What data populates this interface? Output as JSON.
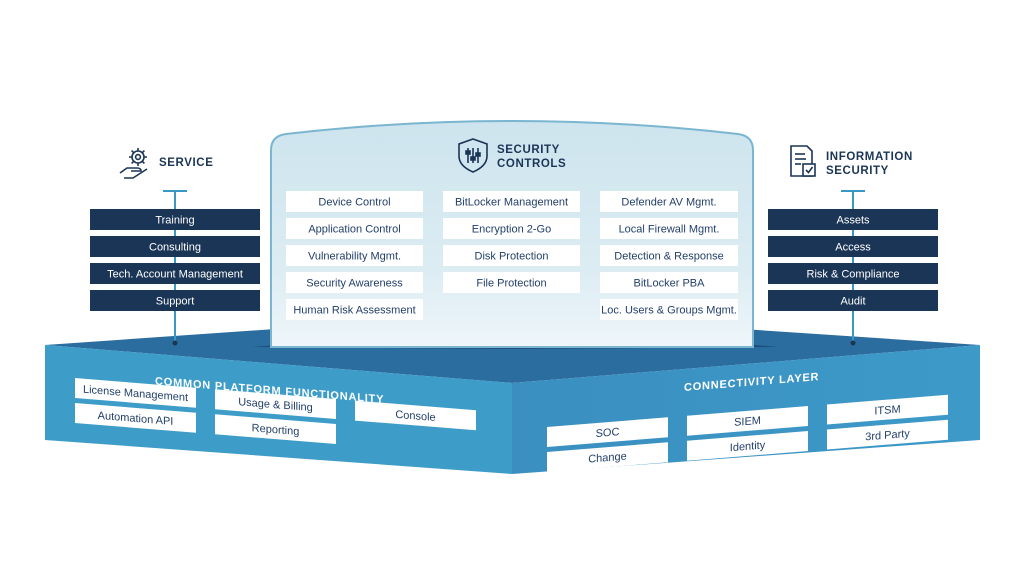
{
  "service": {
    "title": "SERVICE",
    "icon": "hand-gear-icon",
    "items": [
      "Training",
      "Consulting",
      "Tech. Account Management",
      "Support"
    ]
  },
  "security_controls": {
    "title_line1": "SECURITY",
    "title_line2": "CONTROLS",
    "icon": "shield-sliders-icon",
    "col1": [
      "Device Control",
      "Application Control",
      "Vulnerability Mgmt.",
      "Security Awareness",
      "Human Risk Assessment"
    ],
    "col2": [
      "BitLocker Management",
      "Encryption 2-Go",
      "Disk Protection",
      "File Protection"
    ],
    "col3": [
      "Defender AV Mgmt.",
      "Local Firewall Mgmt.",
      "Detection & Response",
      "BitLocker PBA",
      "Loc. Users & Groups Mgmt."
    ]
  },
  "information_security": {
    "title_line1": "INFORMATION",
    "title_line2": "SECURITY",
    "icon": "document-check-icon",
    "items": [
      "Assets",
      "Access",
      "Risk & Compliance",
      "Audit"
    ]
  },
  "common_platform": {
    "title": "COMMON PLATFORM FUNCTIONALITY",
    "items": [
      "License Management",
      "Automation API",
      "Usage & Billing",
      "Reporting",
      "Console"
    ]
  },
  "connectivity": {
    "title": "CONNECTIVITY LAYER",
    "items": [
      "SOC",
      "Change",
      "SIEM",
      "Identity",
      "ITSM",
      "3rd Party"
    ]
  },
  "colors": {
    "navy": "#1b3556",
    "platform_front": "#3a98c4",
    "platform_top": "#2a6c9e",
    "glass": "#d8ebf2"
  }
}
